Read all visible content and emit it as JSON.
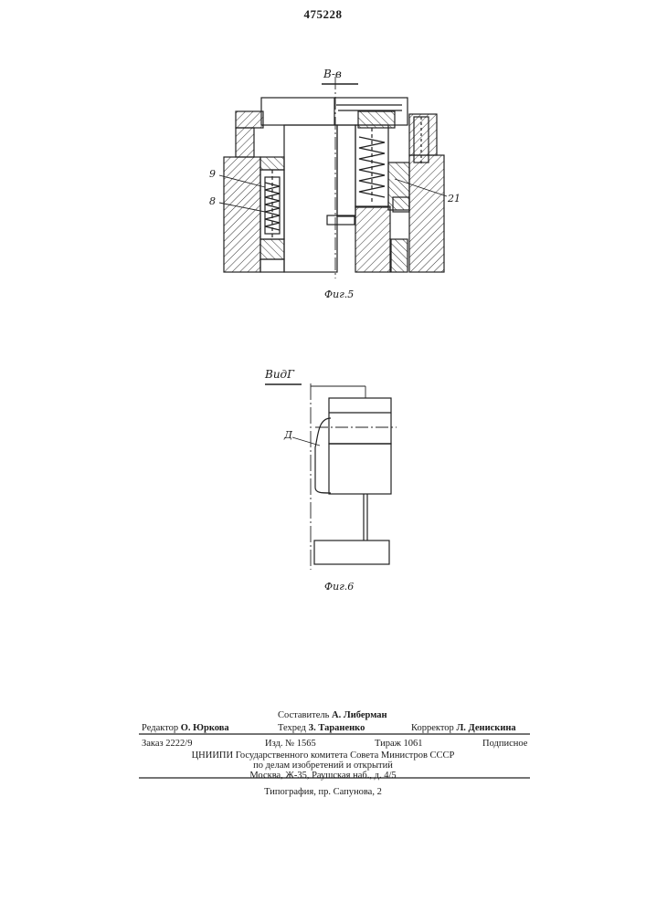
{
  "header": {
    "patent_number": "475228"
  },
  "figure5": {
    "section_label": "В-в",
    "callouts": {
      "c9": "9",
      "c8": "8",
      "c21": "21"
    },
    "caption": "Фиг.5"
  },
  "figure6": {
    "view_label": "ВидГ",
    "callout_d": "Д",
    "caption": "Фиг.6"
  },
  "imprint": {
    "compiler_label": "Составитель",
    "compiler_name": "А. Либерман",
    "editor_label": "Редактор",
    "editor_name": "О. Юркова",
    "techred_label": "Техред",
    "techred_name": "З. Тараненко",
    "corrector_label": "Корректор",
    "corrector_name": "Л. Денискина",
    "order": "Заказ  2222/9",
    "edition": "Изд.  № 1565",
    "print_run": "Тираж  1061",
    "subscription": "Подписное",
    "org_line1": "ЦНИИПИ Государственного комитета Совета Министров СССР",
    "org_line2": "по делам изобретений и открытий",
    "address": "Москва, Ж-35, Раушская наб., д. 4/5",
    "printer": "Типография, пр. Сапунова, 2"
  }
}
